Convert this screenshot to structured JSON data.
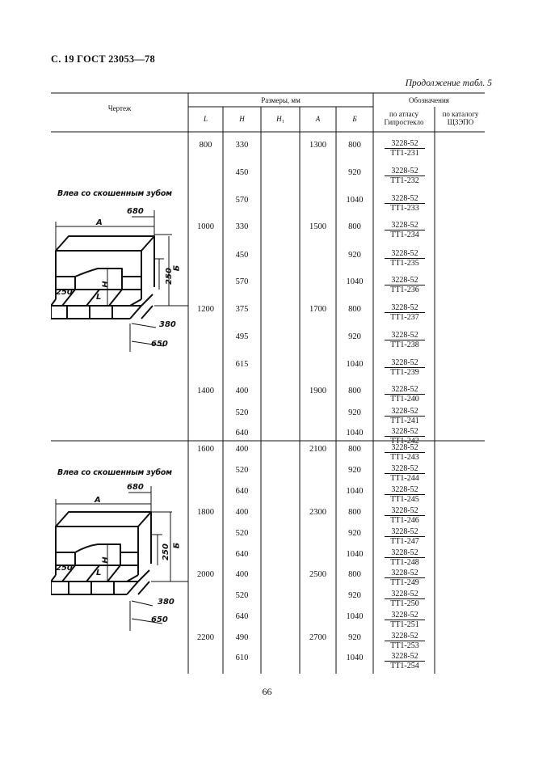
{
  "page": {
    "header": "С. 19 ГОСТ 23053—78",
    "continuation": "Продолжение табл. 5",
    "page_number": "66"
  },
  "table": {
    "headers": {
      "drawing": "Чертеж",
      "sizes": "Размеры, мм",
      "designation": "Обозначения",
      "L": "L",
      "H": "H",
      "H1": "H₁",
      "A": "А",
      "B": "Б",
      "atlas": "по атласу Гипростекло",
      "catalog": "по каталогу ЩЗЭПО"
    },
    "rows": [
      {
        "L": "800",
        "H": "330",
        "A": "1300",
        "B": "800",
        "num": "3228-52",
        "den": "ТТ1-231"
      },
      {
        "L": "",
        "H": "450",
        "A": "",
        "B": "920",
        "num": "3228-52",
        "den": "ТТ1-232"
      },
      {
        "L": "",
        "H": "570",
        "A": "",
        "B": "1040",
        "num": "3228-52",
        "den": "ТТ1-233"
      },
      {
        "L": "1000",
        "H": "330",
        "A": "1500",
        "B": "800",
        "num": "3228-52",
        "den": "ТТ1-234"
      },
      {
        "L": "",
        "H": "450",
        "A": "",
        "B": "920",
        "num": "3228-52",
        "den": "ТТ1-235"
      },
      {
        "L": "",
        "H": "570",
        "A": "",
        "B": "1040",
        "num": "3228-52",
        "den": "ТТ1-236"
      },
      {
        "L": "1200",
        "H": "375",
        "A": "1700",
        "B": "800",
        "num": "3228-52",
        "den": "ТТ1-237"
      },
      {
        "L": "",
        "H": "495",
        "A": "",
        "B": "920",
        "num": "3228-52",
        "den": "ТТ1-238"
      },
      {
        "L": "",
        "H": "615",
        "A": "",
        "B": "1040",
        "num": "3228-52",
        "den": "ТТ1-239"
      },
      {
        "L": "1400",
        "H": "400",
        "A": "1900",
        "B": "800",
        "num": "3228-52",
        "den": "ТТ1-240"
      },
      {
        "L": "",
        "H": "520",
        "A": "",
        "B": "920",
        "num": "3228-52",
        "den": "ТТ1-241"
      },
      {
        "L": "",
        "H": "640",
        "A": "",
        "B": "1040",
        "num": "3228-52",
        "den": "ТТ1-242"
      },
      {
        "L": "1600",
        "H": "400",
        "A": "2100",
        "B": "800",
        "num": "3228-52",
        "den": "ТТ1-243"
      },
      {
        "L": "",
        "H": "520",
        "A": "",
        "B": "920",
        "num": "3228-52",
        "den": "ТТ1-244"
      },
      {
        "L": "",
        "H": "640",
        "A": "",
        "B": "1040",
        "num": "3228-52",
        "den": "ТТ1-245"
      },
      {
        "L": "1800",
        "H": "400",
        "A": "2300",
        "B": "800",
        "num": "3228-52",
        "den": "ТТ1-246"
      },
      {
        "L": "",
        "H": "520",
        "A": "",
        "B": "920",
        "num": "3228-52",
        "den": "ТТ1-247"
      },
      {
        "L": "",
        "H": "640",
        "A": "",
        "B": "1040",
        "num": "3228-52",
        "den": "ТТ1-248"
      },
      {
        "L": "2000",
        "H": "400",
        "A": "2500",
        "B": "800",
        "num": "3228-52",
        "den": "ТТ1-249"
      },
      {
        "L": "",
        "H": "520",
        "A": "",
        "B": "920",
        "num": "3228-52",
        "den": "ТТ1-250"
      },
      {
        "L": "",
        "H": "640",
        "A": "",
        "B": "1040",
        "num": "3228-52",
        "den": "ТТ1-251"
      },
      {
        "L": "2200",
        "H": "490",
        "A": "2700",
        "B": "920",
        "num": "3228-52",
        "den": "ТТ1-253"
      },
      {
        "L": "",
        "H": "610",
        "A": "",
        "B": "1040",
        "num": "3228-52",
        "den": "ТТ1-254"
      }
    ]
  },
  "drawings": [
    {
      "title": "Влеа со скошенным зубом",
      "dim_top": "680",
      "dim_A": "А",
      "dim_250": "250",
      "dim_B": "Б",
      "dim_H": "Н",
      "dim_L": "L",
      "dim_left": "250",
      "dim_380": "380",
      "dim_650": "650"
    },
    {
      "title": "Влеа со скошенным зубом",
      "dim_top": "680",
      "dim_A": "А",
      "dim_250": "250",
      "dim_B": "Б",
      "dim_H": "Н",
      "dim_L": "L",
      "dim_left": "250",
      "dim_380": "380",
      "dim_650": "650"
    }
  ],
  "colors": {
    "ink": "#111111",
    "paper": "#ffffff"
  }
}
